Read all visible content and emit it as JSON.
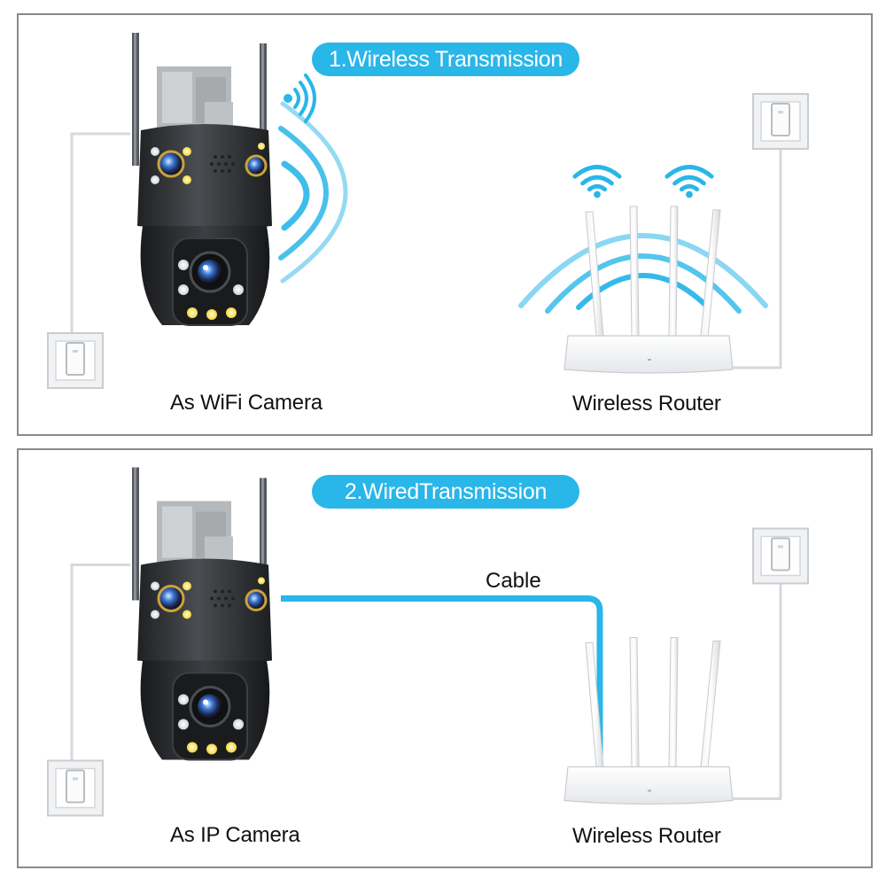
{
  "panels": [
    {
      "badge": "1.Wireless Transmission",
      "camera_caption": "As WiFi Camera",
      "router_caption": "Wireless Router",
      "camera_icon": "ptz-camera-icon",
      "router_icon": "router-icon",
      "signal_icon": "wifi-signal-icon"
    },
    {
      "badge": "2.WiredTransmission",
      "cable_label": "Cable",
      "camera_caption": "As IP Camera",
      "router_caption": "Wireless Router",
      "camera_icon": "ptz-camera-icon",
      "router_icon": "router-icon"
    }
  ],
  "colors": {
    "accent": "#29b6e8",
    "border": "#8a8a8a",
    "camera_body": "#2e3033"
  }
}
